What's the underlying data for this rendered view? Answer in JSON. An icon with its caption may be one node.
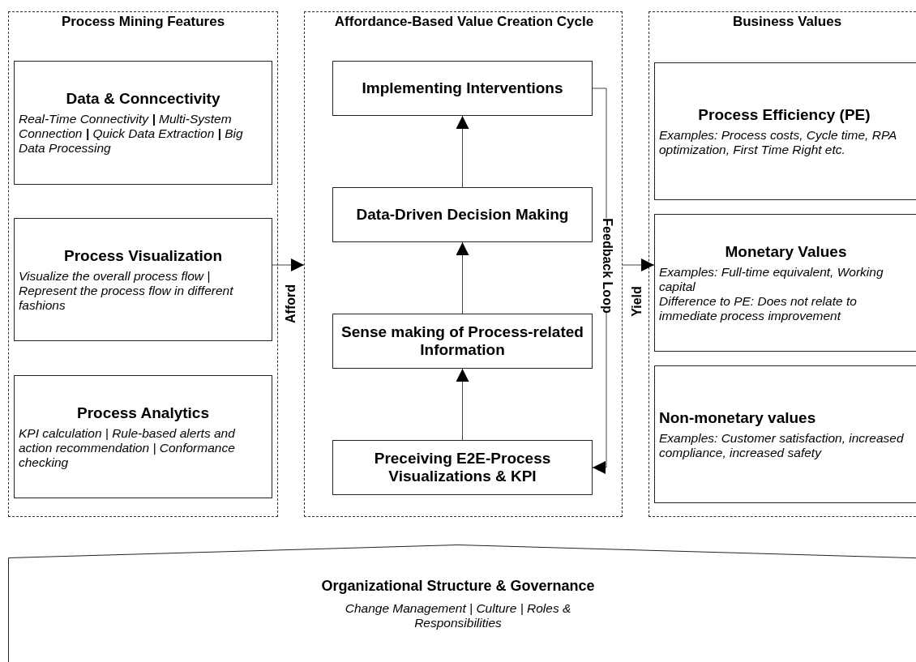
{
  "diagram": {
    "nodes": [
      {
        "text": [
          "Process Mining Features"
        ]
      },
      {
        "text": [
          "Data & Conncectivity",
          "Real-Time Connectivity **|** Multi-System Connection **|** Quick Data Extraction **|** Big Data Processing"
        ],
        "in": 0
      },
      {
        "text": [
          "Process Visualization",
          "Visualize the overall process flow | Represent the process flow in different fashions"
        ],
        "in": 0
      },
      {
        "text": [
          "Process Analytics",
          "KPI calculation | Rule-based alerts and action recommendation | Conformance checking"
        ],
        "in": 0
      },
      {
        "text": [
          "Affordance-Based Value Creation Cycle"
        ]
      },
      {
        "text": [
          "Implementing Interventions"
        ],
        "in": 4
      },
      {
        "text": [
          "Data-Driven Decision Making"
        ],
        "in": 4
      },
      {
        "text": [
          "Sense making of Process-related Information"
        ],
        "in": 4
      },
      {
        "text": [
          "Preceiving E2E-Process Visualizations & KPI"
        ],
        "in": 4
      },
      {
        "text": [
          "Business Values"
        ]
      },
      {
        "text": [
          "Process Efficiency (PE)",
          "Examples: Process costs, Cycle time, RPA optimization, First Time Right etc."
        ],
        "in": 9
      },
      {
        "text": [
          "Monetary Values",
          "Examples: Full-time equivalent, Working capital",
          "Difference to PE: Does not relate to immediate process improvement"
        ],
        "in": 9
      },
      {
        "text": [
          "Non-monetary values",
          "Examples: Customer satisfaction, increased compliance, increased safety"
        ],
        "in": 9
      },
      {
        "text": [
          "Organizational Structure & Governance",
          "Change Management | Culture | Roles & Responsibilities"
        ]
      }
    ],
    "edges": [
      {
        "from": 2,
        "to": 4,
        "arrow": "to",
        "label": "Afford"
      },
      {
        "from": 4,
        "to": 11,
        "arrow": "to",
        "label": "Yield"
      },
      {
        "from": 8,
        "to": 7,
        "arrow": "to"
      },
      {
        "from": 7,
        "to": 6,
        "arrow": "to"
      },
      {
        "from": 6,
        "to": 5,
        "arrow": "to"
      },
      {
        "from": 5,
        "to": 8,
        "arrow": "to",
        "label": "Feedback Loop"
      }
    ]
  }
}
